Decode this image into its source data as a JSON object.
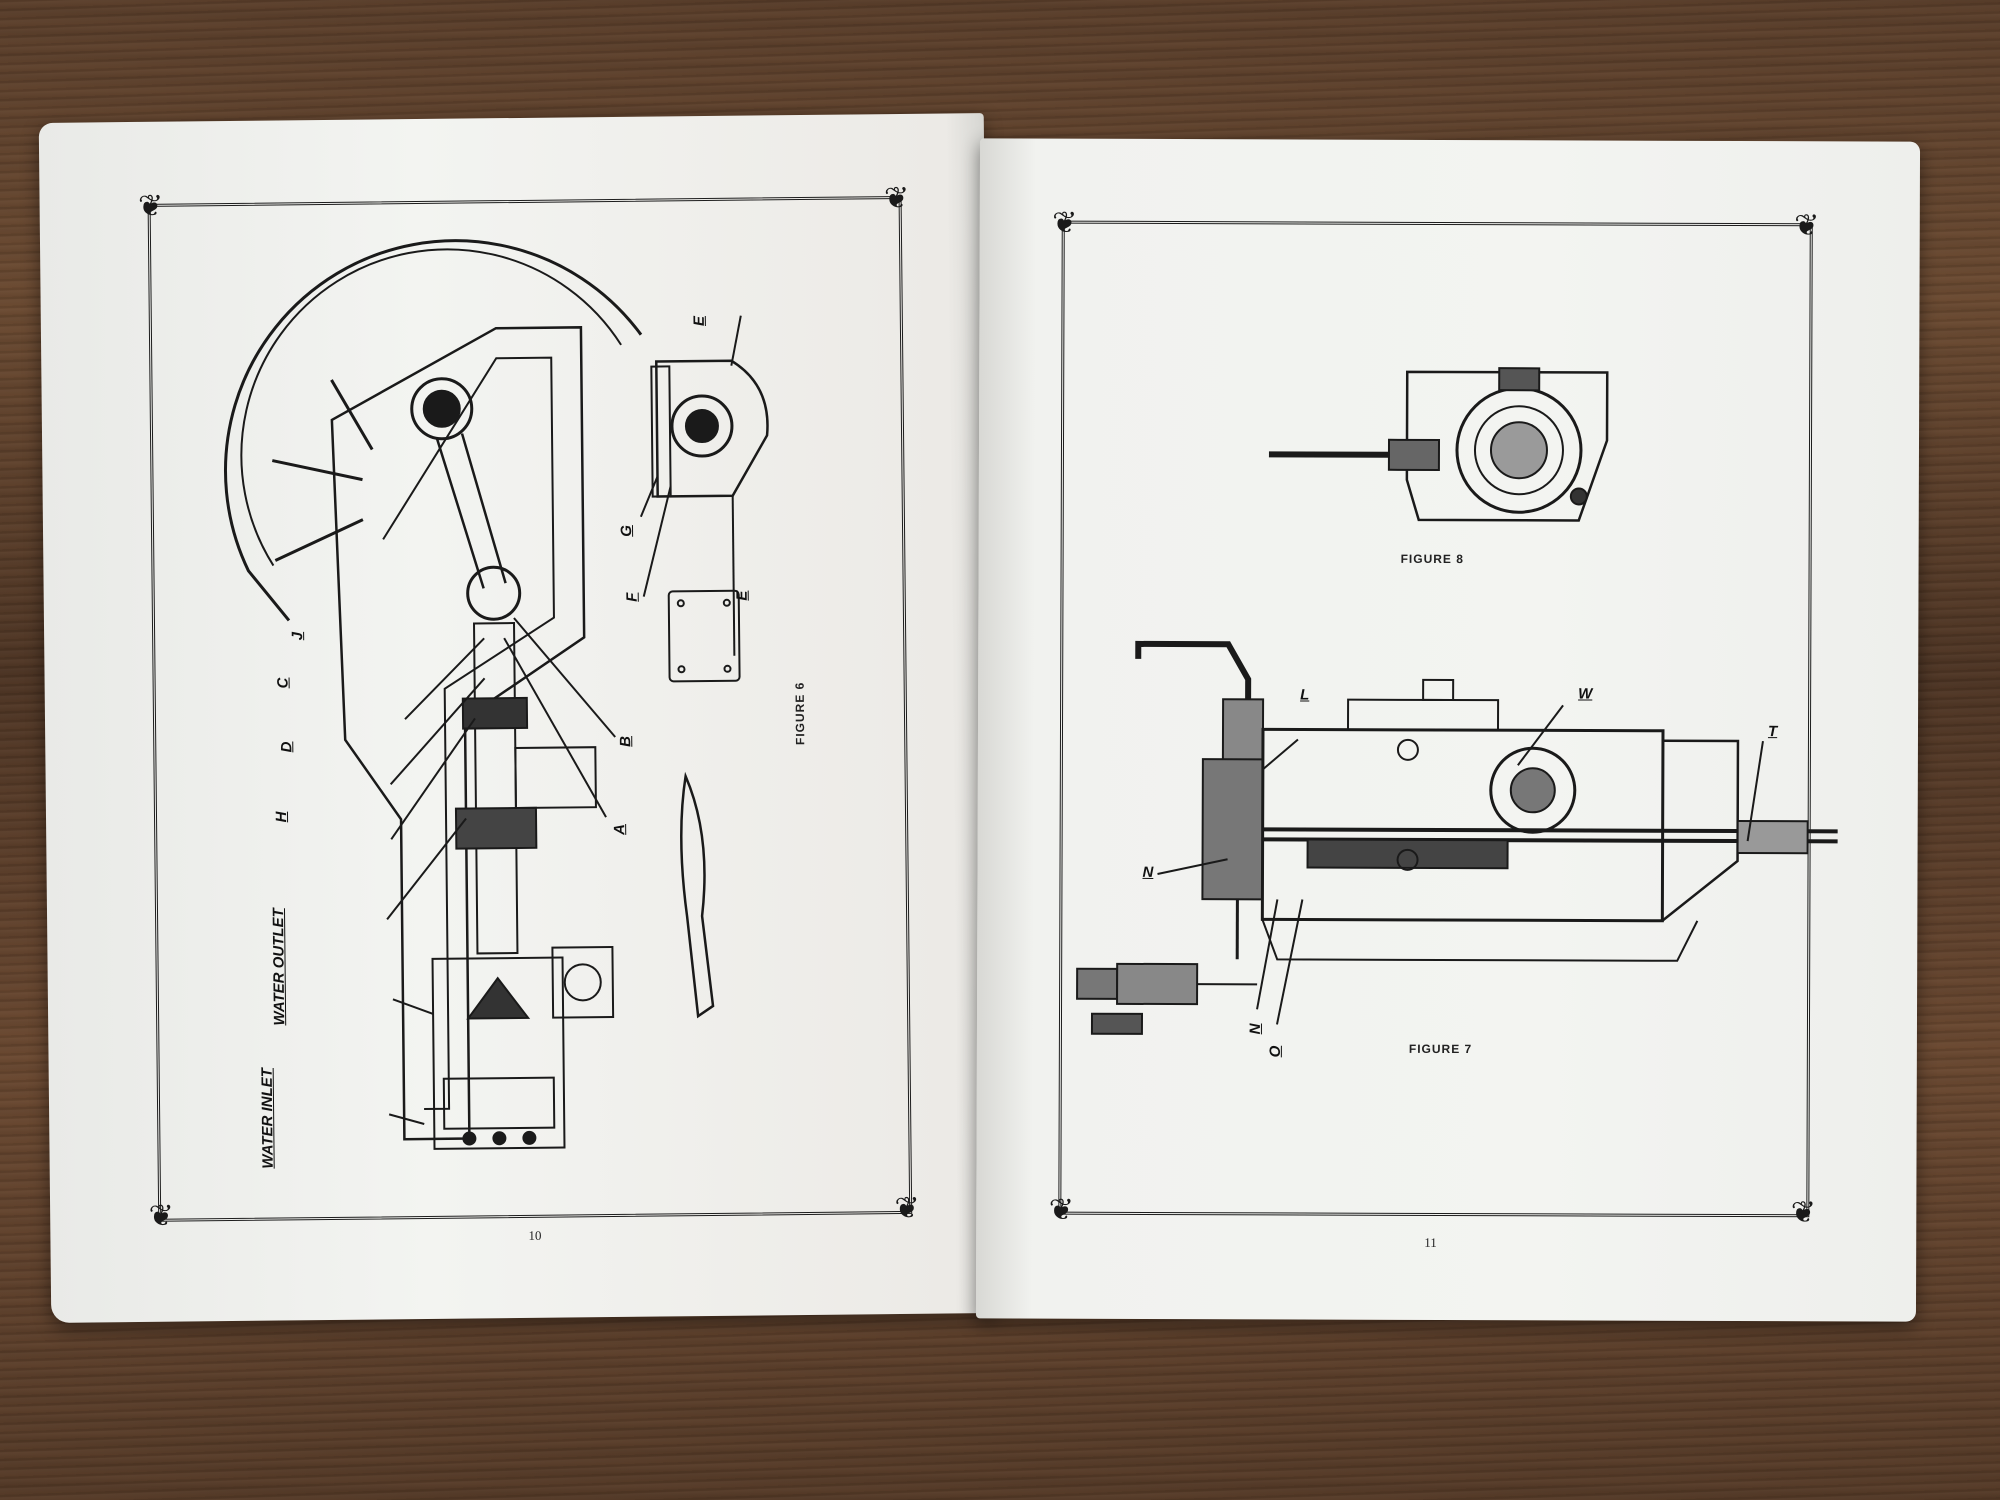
{
  "left_page": {
    "page_number": "10",
    "figure_label": "FIGURE 6",
    "callouts": [
      "WATER INLET",
      "WATER OUTLET",
      "H",
      "D",
      "C",
      "J",
      "A",
      "B",
      "F",
      "G",
      "E",
      "E"
    ]
  },
  "right_page": {
    "page_number": "11",
    "figure8_label": "FIGURE 8",
    "figure7_label": "FIGURE 7",
    "callouts": [
      "L",
      "W",
      "T",
      "N",
      "N",
      "O"
    ]
  }
}
